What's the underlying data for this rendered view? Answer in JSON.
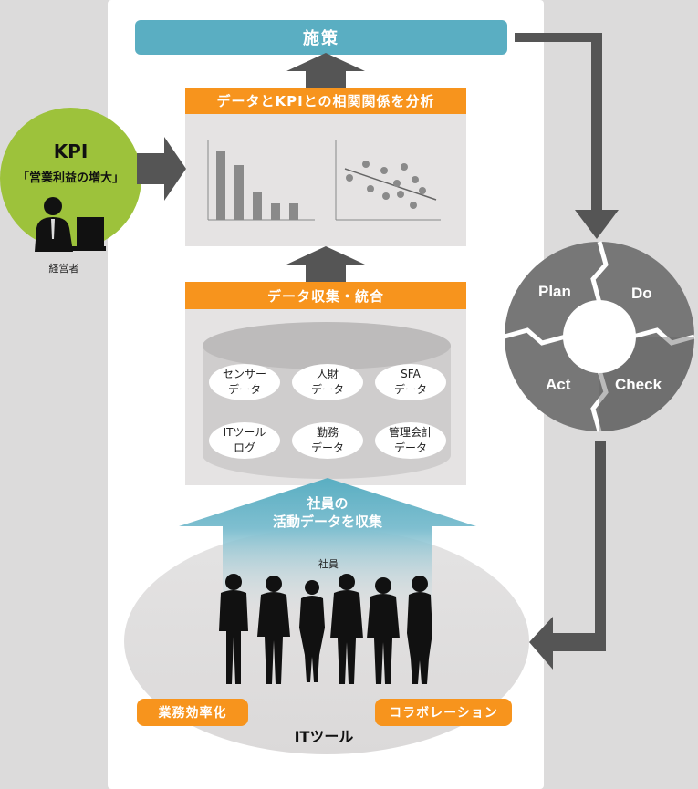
{
  "top_action": "施策",
  "analysis_bar": "データとKPIとの相関関係を分析",
  "kpi": {
    "title": "KPI",
    "subtitle": "「営業利益の増大」"
  },
  "executive_label": "経営者",
  "collect_bar": "データ収集・統合",
  "data_sources": [
    {
      "line1": "センサー",
      "line2": "データ"
    },
    {
      "line1": "人財",
      "line2": "データ"
    },
    {
      "line1": "SFA",
      "line2": "データ"
    },
    {
      "line1": "ITツール",
      "line2": "ログ"
    },
    {
      "line1": "勤務",
      "line2": "データ"
    },
    {
      "line1": "管理会計",
      "line2": "データ"
    }
  ],
  "employee_arrow": {
    "line1": "社員の",
    "line2": "活動データを収集"
  },
  "employees_label": "社員",
  "tools": {
    "left": "業務効率化",
    "right": "コラボレーション",
    "base": "ITツール"
  },
  "pdca": {
    "plan": "Plan",
    "do": "Do",
    "check": "Check",
    "act": "Act"
  },
  "colors": {
    "teal": "#5aaec2",
    "orange": "#f7941d",
    "green": "#9dc23b",
    "dark_arrow": "#555555"
  }
}
